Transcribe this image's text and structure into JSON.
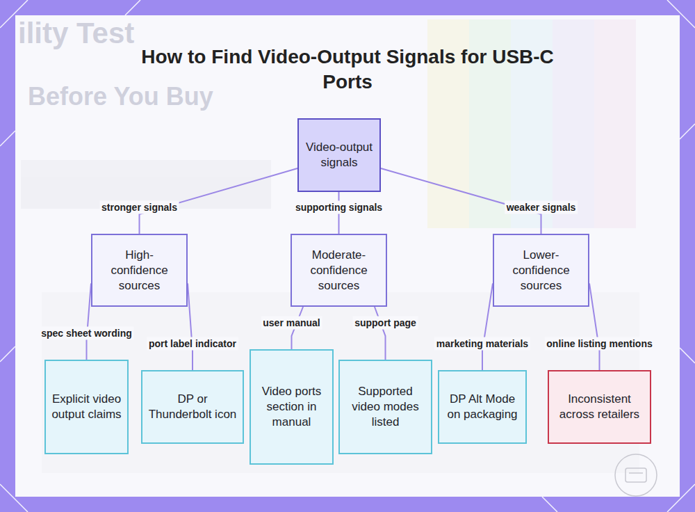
{
  "diagram": {
    "title": "How to Find Video-Output Signals for USB-C Ports",
    "nodes": [
      {
        "text": [
          "Video-output signals"
        ]
      },
      {
        "text": [
          "High-confidence sources"
        ]
      },
      {
        "text": [
          "Moderate-confidence sources"
        ]
      },
      {
        "text": [
          "Lower-confidence sources"
        ]
      },
      {
        "text": [
          "Explicit video output claims"
        ]
      },
      {
        "text": [
          "DP or Thunderbolt icon"
        ]
      },
      {
        "text": [
          "Video ports section in manual"
        ]
      },
      {
        "text": [
          "Supported video modes listed"
        ]
      },
      {
        "text": [
          "DP Alt Mode on packaging"
        ]
      },
      {
        "text": [
          "Inconsistent across retailers"
        ]
      }
    ],
    "edges": [
      {
        "from": 0,
        "to": 1,
        "label": "stronger signals",
        "arrow": "none"
      },
      {
        "from": 0,
        "to": 2,
        "label": "supporting signals",
        "arrow": "none"
      },
      {
        "from": 0,
        "to": 3,
        "label": "weaker signals",
        "arrow": "none"
      },
      {
        "from": 1,
        "to": 4,
        "label": "spec sheet wording",
        "arrow": "none"
      },
      {
        "from": 1,
        "to": 5,
        "label": "port label indicator",
        "arrow": "none"
      },
      {
        "from": 2,
        "to": 6,
        "label": "user manual",
        "arrow": "none"
      },
      {
        "from": 2,
        "to": 7,
        "label": "support page",
        "arrow": "none"
      },
      {
        "from": 3,
        "to": 8,
        "label": "marketing materials",
        "arrow": "none"
      },
      {
        "from": 3,
        "to": 9,
        "label": "online listing mentions",
        "arrow": "none"
      }
    ],
    "labels": [
      "ility Test",
      "Before You Buy"
    ]
  }
}
